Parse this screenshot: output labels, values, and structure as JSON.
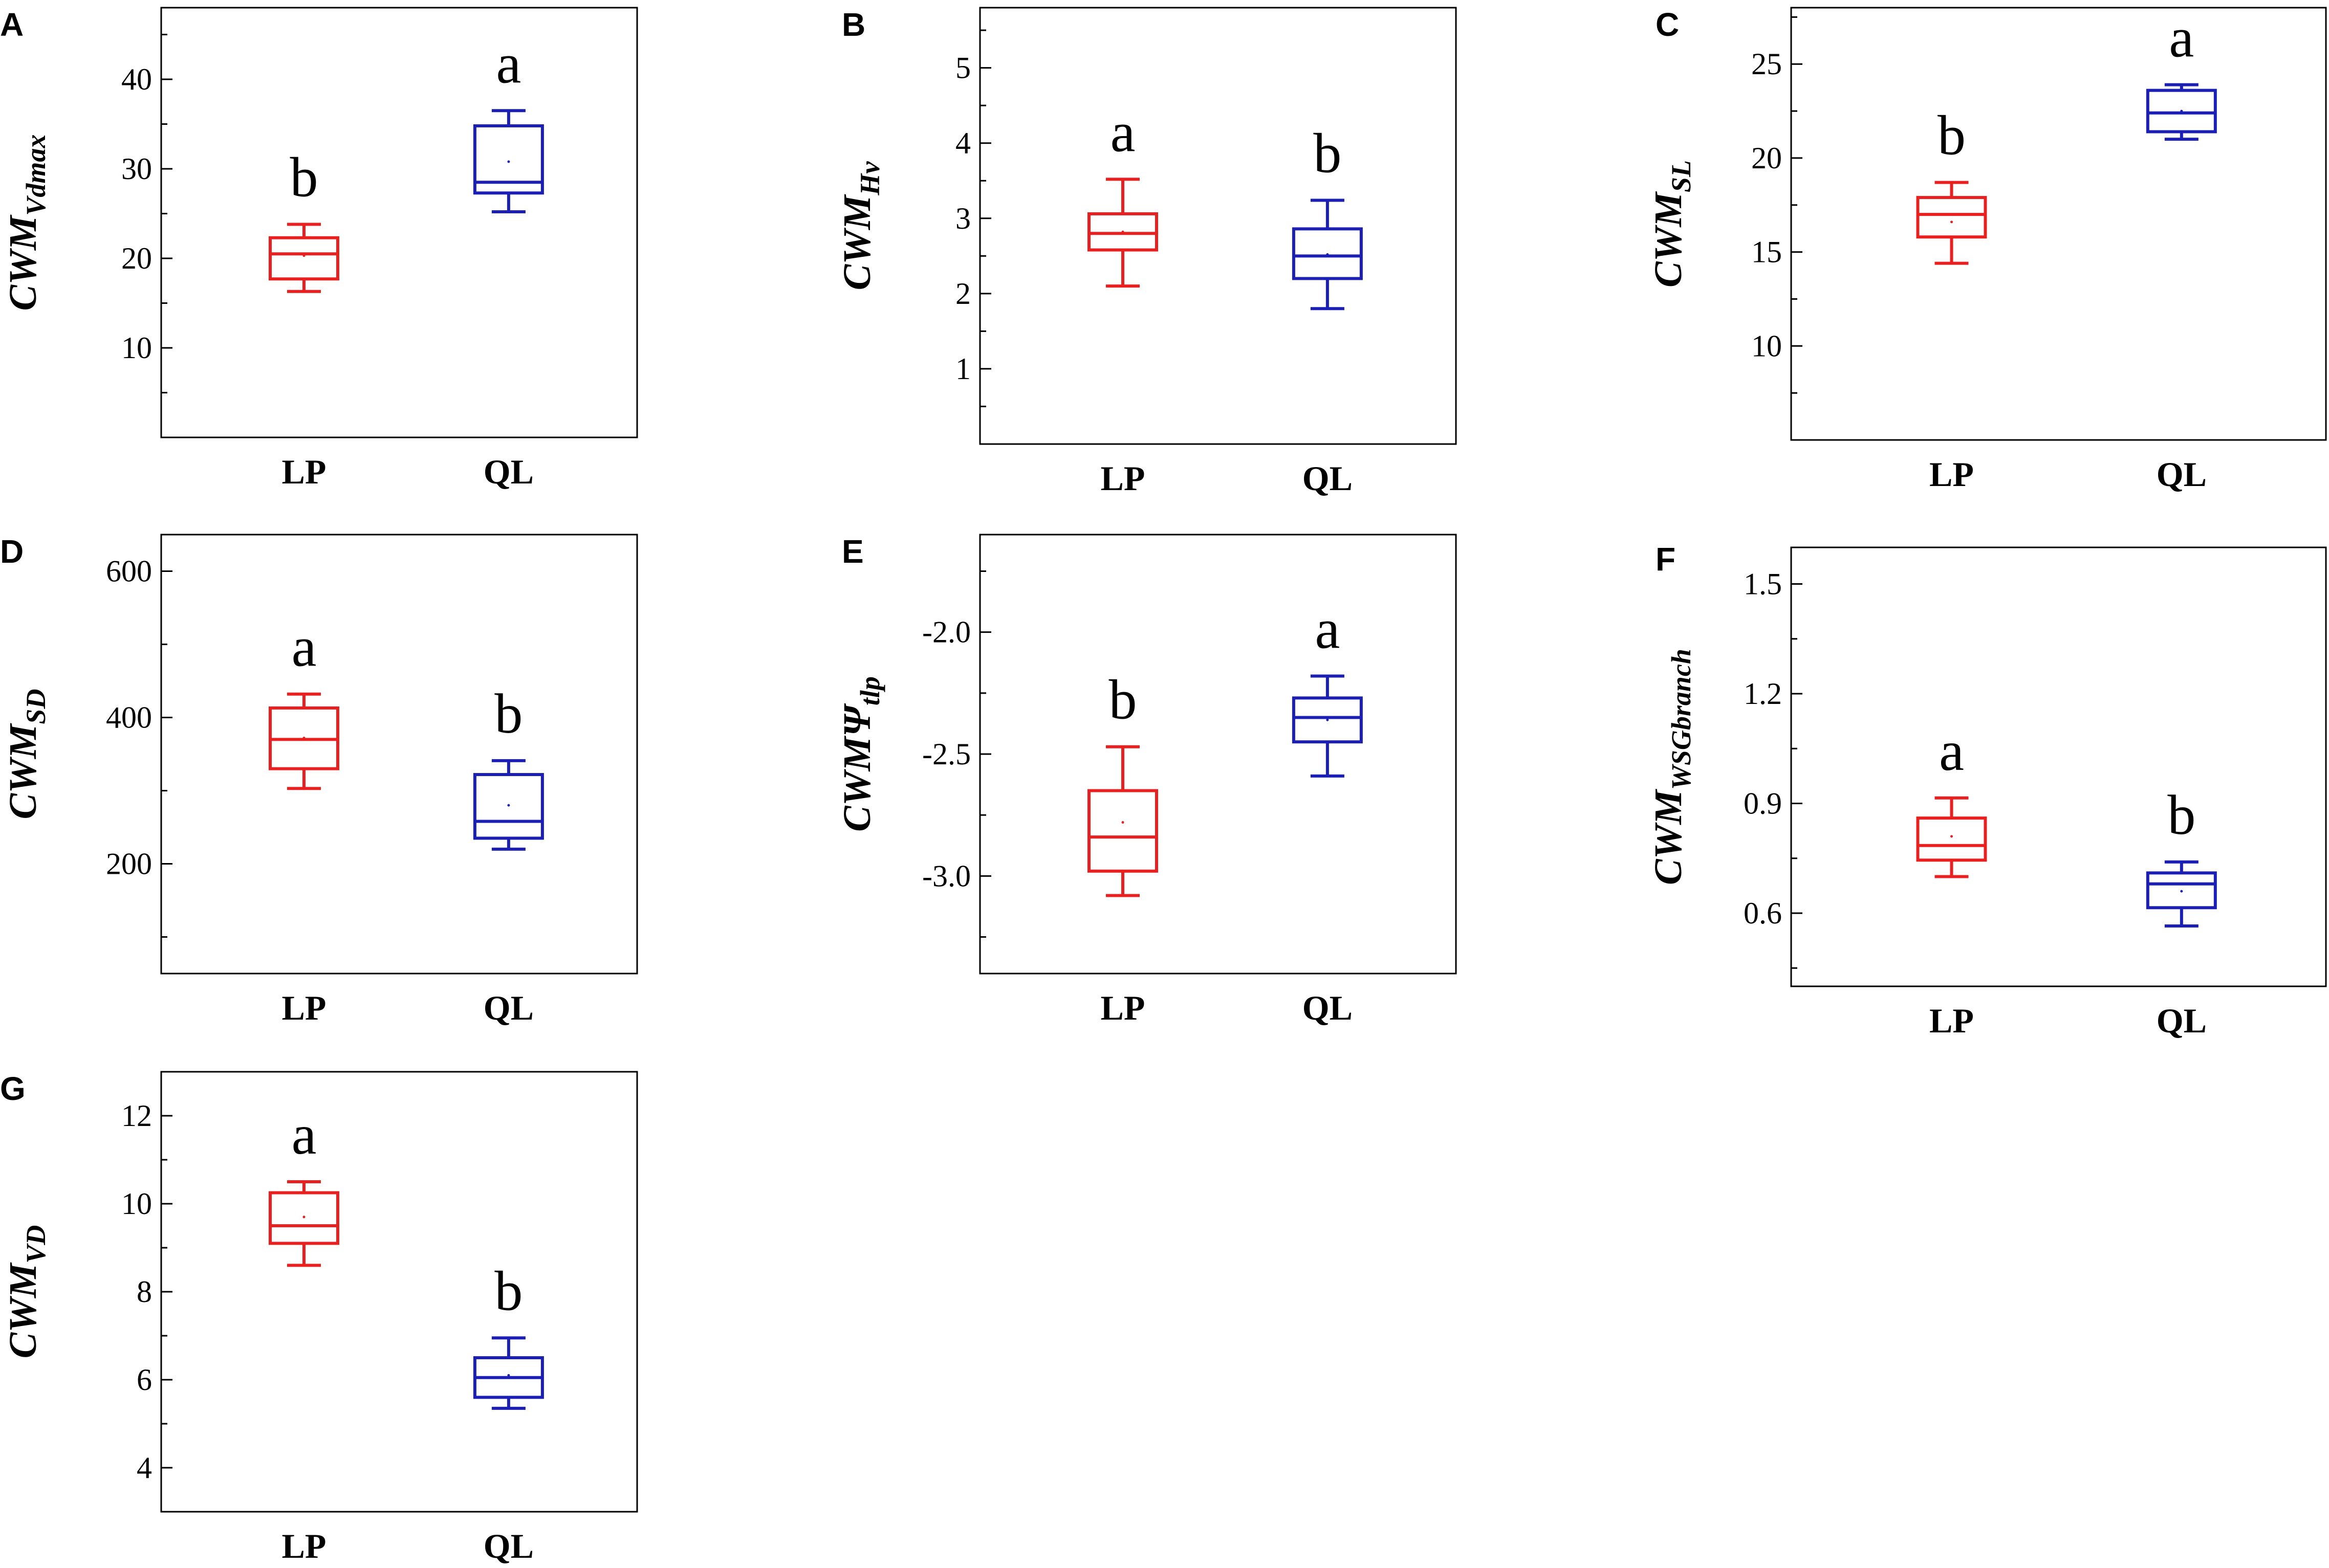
{
  "colors": {
    "LP": "#e8201f",
    "QL": "#1b1fb3",
    "axis": "#000000"
  },
  "chart_data": [
    {
      "type": "box",
      "panel": "A",
      "ylabel_main": "CWM",
      "ylabel_sub": "Vdmax",
      "ylim": [
        0,
        48
      ],
      "yticks": [
        10,
        20,
        30,
        40
      ],
      "yticklabels": [
        "10",
        "20",
        "30",
        "40"
      ],
      "categories": [
        "LP",
        "QL"
      ],
      "boxes": [
        {
          "category": "LP",
          "min": 16.3,
          "q1": 17.7,
          "median": 20.5,
          "q3": 22.3,
          "max": 23.8,
          "mean": 20.3,
          "label": "b"
        },
        {
          "category": "QL",
          "min": 25.2,
          "q1": 27.3,
          "median": 28.5,
          "q3": 34.8,
          "max": 36.5,
          "mean": 30.8,
          "label": "a"
        }
      ]
    },
    {
      "type": "box",
      "panel": "B",
      "ylabel_main": "CWM",
      "ylabel_sub": "Hv",
      "ylim": [
        0,
        5.8
      ],
      "yticks": [
        1,
        2,
        3,
        4,
        5
      ],
      "yticklabels": [
        "1",
        "2",
        "3",
        "4",
        "5"
      ],
      "categories": [
        "LP",
        "QL"
      ],
      "boxes": [
        {
          "category": "LP",
          "min": 2.1,
          "q1": 2.58,
          "median": 2.8,
          "q3": 3.06,
          "max": 3.52,
          "mean": 2.82,
          "label": "a"
        },
        {
          "category": "QL",
          "min": 1.8,
          "q1": 2.2,
          "median": 2.5,
          "q3": 2.86,
          "max": 3.24,
          "mean": 2.52,
          "label": "b"
        }
      ]
    },
    {
      "type": "box",
      "panel": "C",
      "ylabel_main": "CWM",
      "ylabel_sub": "SL",
      "ylim": [
        5,
        28
      ],
      "yticks": [
        10,
        15,
        20,
        25
      ],
      "yticklabels": [
        "10",
        "15",
        "20",
        "25"
      ],
      "categories": [
        "LP",
        "QL"
      ],
      "boxes": [
        {
          "category": "LP",
          "min": 14.4,
          "q1": 15.8,
          "median": 17.0,
          "q3": 17.9,
          "max": 18.7,
          "mean": 16.6,
          "label": "b"
        },
        {
          "category": "QL",
          "min": 21.0,
          "q1": 21.4,
          "median": 22.4,
          "q3": 23.6,
          "max": 23.9,
          "mean": 22.5,
          "label": "a"
        }
      ]
    },
    {
      "type": "box",
      "panel": "D",
      "ylabel_main": "CWM",
      "ylabel_sub": "SD",
      "ylim": [
        50,
        650
      ],
      "yticks": [
        200,
        400,
        600
      ],
      "yticklabels": [
        "200",
        "400",
        "600"
      ],
      "categories": [
        "LP",
        "QL"
      ],
      "boxes": [
        {
          "category": "LP",
          "min": 303,
          "q1": 330,
          "median": 370,
          "q3": 413,
          "max": 432,
          "mean": 372,
          "label": "a"
        },
        {
          "category": "QL",
          "min": 220,
          "q1": 235,
          "median": 258,
          "q3": 322,
          "max": 341,
          "mean": 280,
          "label": "b"
        }
      ]
    },
    {
      "type": "box",
      "panel": "E",
      "ylabel_main": "CWMΨ",
      "ylabel_sub": "tlp",
      "ylim": [
        -3.4,
        -1.6
      ],
      "yticks": [
        -3.0,
        -2.5,
        -2.0
      ],
      "yticklabels": [
        "-3.0",
        "-2.5",
        "-2.0"
      ],
      "categories": [
        "LP",
        "QL"
      ],
      "boxes": [
        {
          "category": "LP",
          "min": -3.08,
          "q1": -2.98,
          "median": -2.84,
          "q3": -2.65,
          "max": -2.47,
          "mean": -2.78,
          "label": "b"
        },
        {
          "category": "QL",
          "min": -2.59,
          "q1": -2.45,
          "median": -2.35,
          "q3": -2.27,
          "max": -2.18,
          "mean": -2.36,
          "label": "a"
        }
      ]
    },
    {
      "type": "box",
      "panel": "F",
      "ylabel_main": "CWM",
      "ylabel_sub": "WSGbranch",
      "ylim": [
        0.4,
        1.6
      ],
      "yticks": [
        0.6,
        0.9,
        1.2,
        1.5
      ],
      "yticklabels": [
        "0.6",
        "0.9",
        "1.2",
        "1.5"
      ],
      "categories": [
        "LP",
        "QL"
      ],
      "boxes": [
        {
          "category": "LP",
          "min": 0.7,
          "q1": 0.745,
          "median": 0.785,
          "q3": 0.86,
          "max": 0.915,
          "mean": 0.81,
          "label": "a"
        },
        {
          "category": "QL",
          "min": 0.565,
          "q1": 0.615,
          "median": 0.68,
          "q3": 0.71,
          "max": 0.74,
          "mean": 0.66,
          "label": "b"
        }
      ]
    },
    {
      "type": "box",
      "panel": "G",
      "ylabel_main": "CWM",
      "ylabel_sub": "VD",
      "ylim": [
        3,
        13
      ],
      "yticks": [
        4,
        6,
        8,
        10,
        12
      ],
      "yticklabels": [
        "4",
        "6",
        "8",
        "10",
        "12"
      ],
      "categories": [
        "LP",
        "QL"
      ],
      "boxes": [
        {
          "category": "LP",
          "min": 8.6,
          "q1": 9.1,
          "median": 9.5,
          "q3": 10.25,
          "max": 10.5,
          "mean": 9.7,
          "label": "a"
        },
        {
          "category": "QL",
          "min": 5.35,
          "q1": 5.6,
          "median": 6.05,
          "q3": 6.5,
          "max": 6.95,
          "mean": 6.1,
          "label": "b"
        }
      ]
    }
  ]
}
